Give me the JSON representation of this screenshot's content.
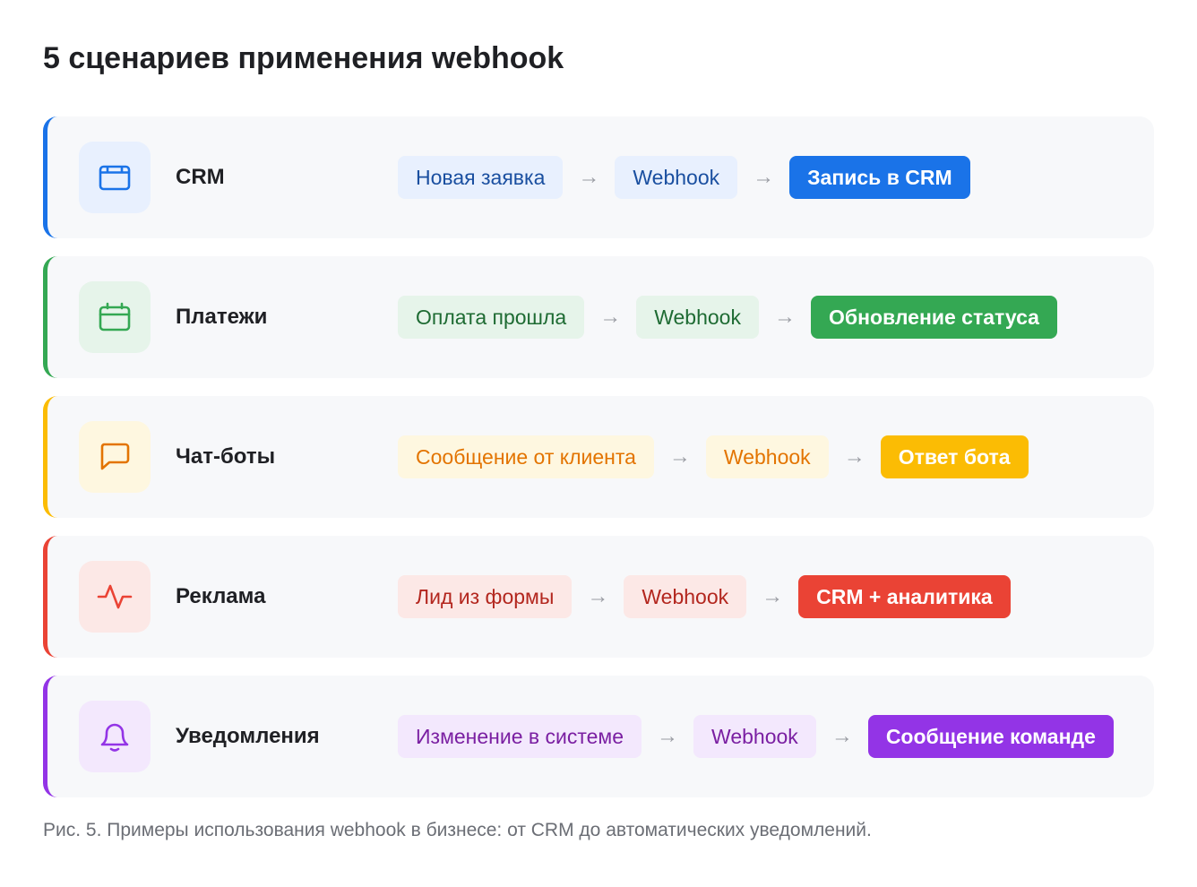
{
  "title": "5 сценариев применения webhook",
  "scenarios": [
    {
      "name": "CRM",
      "icon": "browser-window-icon",
      "accent": "#1a73e8",
      "soft": "#e8f0fe",
      "text": "#1a4fa0",
      "steps": [
        "Новая заявка",
        "Webhook",
        "Запись в CRM"
      ]
    },
    {
      "name": "Платежи",
      "icon": "calendar-icon",
      "accent": "#34a853",
      "soft": "#e6f4ea",
      "text": "#1e6b33",
      "steps": [
        "Оплата прошла",
        "Webhook",
        "Обновление статуса"
      ]
    },
    {
      "name": "Чат-боты",
      "icon": "chat-bubble-icon",
      "accent": "#fbbc04",
      "soft": "#fef7e0",
      "text": "#e37400",
      "steps": [
        "Сообщение от клиента",
        "Webhook",
        "Ответ бота"
      ]
    },
    {
      "name": "Реклама",
      "icon": "pulse-activity-icon",
      "accent": "#ea4335",
      "soft": "#fce8e6",
      "text": "#b3261e",
      "steps": [
        "Лид из формы",
        "Webhook",
        "CRM + аналитика"
      ]
    },
    {
      "name": "Уведомления",
      "icon": "bell-icon",
      "accent": "#9334e6",
      "soft": "#f3e8fd",
      "text": "#7a1fa2",
      "steps": [
        "Изменение в системе",
        "Webhook",
        "Сообщение команде"
      ]
    }
  ],
  "arrow_glyph": "→",
  "caption": "Рис. 5. Примеры использования webhook в бизнесе: от CRM до автоматических уведомлений."
}
